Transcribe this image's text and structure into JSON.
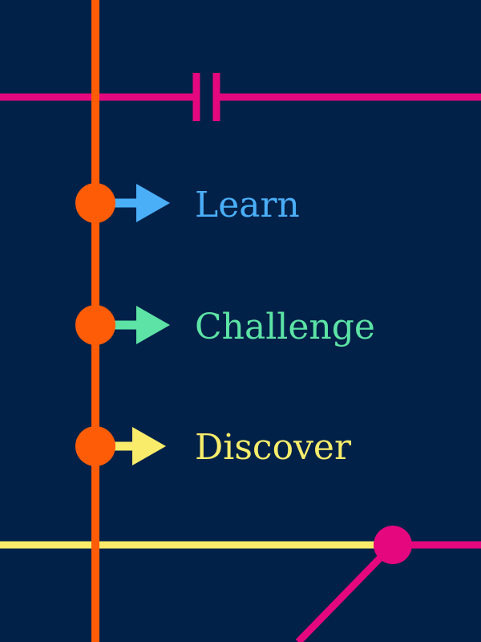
{
  "colors": {
    "background": "#012148",
    "orange": "#FF5C07",
    "magenta": "#E5077E",
    "blue": "#4BAFF8",
    "green": "#5CE3A5",
    "yellow": "#F8EC6A"
  },
  "items": [
    {
      "label": "Learn",
      "color": "#4BAFF8"
    },
    {
      "label": "Challenge",
      "color": "#5CE3A5"
    },
    {
      "label": "Discover",
      "color": "#F8EC6A"
    }
  ]
}
